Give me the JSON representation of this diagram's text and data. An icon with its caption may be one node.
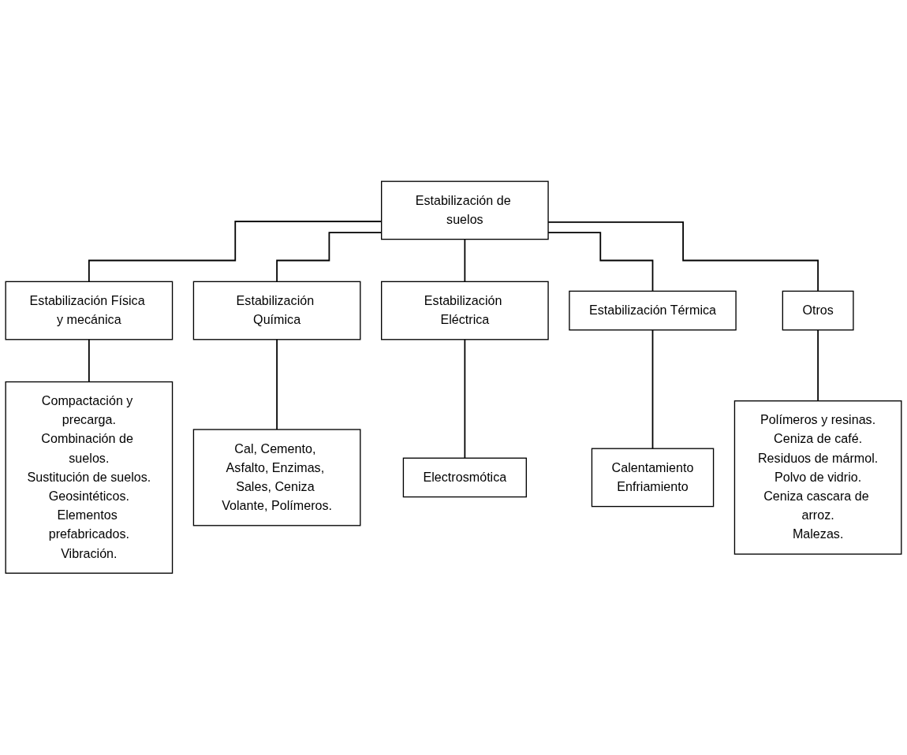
{
  "diagram": {
    "nodes": [
      {
        "text": [
          "Estabilización de suelos"
        ]
      },
      {
        "text": [
          "Estabilización Física y mecánica"
        ]
      },
      {
        "text": [
          "Estabilización Química"
        ]
      },
      {
        "text": [
          "Estabilización Eléctrica"
        ]
      },
      {
        "text": [
          "Estabilización Térmica"
        ]
      },
      {
        "text": [
          "Otros"
        ]
      },
      {
        "text": [
          "Compactación y precarga.",
          "Combinación de suelos.",
          "Sustitución de suelos.",
          "Geosintéticos.",
          "Elementos prefabricados.",
          "Vibración."
        ]
      },
      {
        "text": [
          "Cal, Cemento, Asfalto, Enzimas, Sales, Ceniza Volante, Polímeros."
        ]
      },
      {
        "text": [
          "Electrosmótica"
        ]
      },
      {
        "text": [
          "Calentamiento",
          "Enfriamiento"
        ]
      },
      {
        "text": [
          "Polímeros y resinas.",
          "Ceniza de café.",
          "Residuos de mármol.",
          "Polvo de vidrio.",
          "Ceniza cascara de arroz.",
          "Malezas."
        ]
      }
    ],
    "edges": [
      {
        "from": 0,
        "to": 1,
        "arrow": "none"
      },
      {
        "from": 0,
        "to": 2,
        "arrow": "none"
      },
      {
        "from": 0,
        "to": 3,
        "arrow": "none"
      },
      {
        "from": 0,
        "to": 4,
        "arrow": "none"
      },
      {
        "from": 0,
        "to": 5,
        "arrow": "none"
      },
      {
        "from": 1,
        "to": 6,
        "arrow": "none"
      },
      {
        "from": 2,
        "to": 7,
        "arrow": "none"
      },
      {
        "from": 3,
        "to": 8,
        "arrow": "none"
      },
      {
        "from": 4,
        "to": 9,
        "arrow": "none"
      },
      {
        "from": 5,
        "to": 10,
        "arrow": "none"
      }
    ]
  }
}
